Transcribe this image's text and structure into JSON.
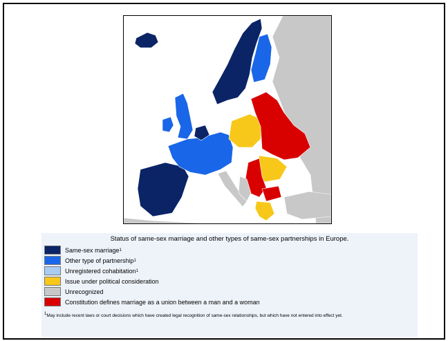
{
  "map": {
    "region": "Europe",
    "colors": {
      "sea": "#ffffff",
      "same_sex_marriage": "#0b2466",
      "other_partnership": "#1a66e8",
      "unregistered_cohabitation": "#a9ccf2",
      "political_consideration": "#f7c81a",
      "unrecognized": "#c8c8c8",
      "constitutional_ban": "#d90000"
    }
  },
  "legend": {
    "caption": "Status of same-sex marriage and other types of same-sex partnerships in Europe.",
    "items": [
      {
        "label": "Same-sex marriage",
        "sup": "1",
        "color": "#0b2466"
      },
      {
        "label": "Other type of partnership",
        "sup": "1",
        "color": "#1a66e8"
      },
      {
        "label": "Unregistered cohabitation",
        "sup": "1",
        "color": "#a9ccf2"
      },
      {
        "label": "Issue under political consideration",
        "sup": "",
        "color": "#f7c81a"
      },
      {
        "label": "Unrecognized",
        "sup": "",
        "color": "#c8c8c8"
      },
      {
        "label": "Constitution defines marriage as a union between a man and a woman",
        "sup": "",
        "color": "#d90000"
      }
    ],
    "footnote_mark": "1",
    "footnote": "May include recent laws or court decisions which have created legal recognition of same-sex relationships, but which have not entered into effect yet."
  }
}
